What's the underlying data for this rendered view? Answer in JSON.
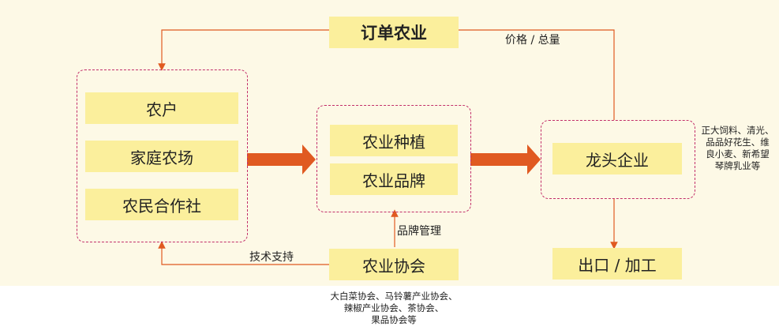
{
  "colors": {
    "box_fill": "#fbef9c",
    "background": "#fdf9e6",
    "group_border": "#c22e6a",
    "arrow": "#e05a21",
    "line": "#e05a21"
  },
  "title": "订单农业",
  "price_label": "价格 / 总量",
  "left_group": [
    "农户",
    "家庭农场",
    "农民合作社"
  ],
  "center_group": [
    "农业种植",
    "农业品牌"
  ],
  "right_box": "龙头企业",
  "right_note": [
    "正大饲料、清光、",
    "品品好花生、维",
    "良小麦、新希望",
    "琴牌乳业等"
  ],
  "association": "农业协会",
  "association_note": [
    "大白菜协会、马铃薯产业协会、",
    "辣椒产业协会、茶协会、",
    "果品协会等"
  ],
  "brand_mgmt": "品牌管理",
  "tech_support": "技术支持",
  "export_box": "出口 / 加工"
}
